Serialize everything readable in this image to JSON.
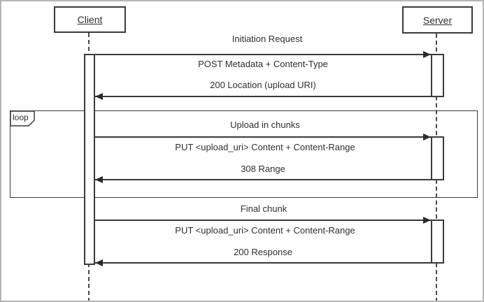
{
  "diagram": {
    "type": "uml-sequence",
    "participants": [
      {
        "id": "client",
        "label": "Client"
      },
      {
        "id": "server",
        "label": "Server"
      }
    ],
    "loop_label": "loop",
    "sections": [
      {
        "title": "Initiation Request",
        "fragment": null,
        "messages": [
          {
            "text": "POST Metadata + Content-Type",
            "from": "client",
            "to": "server",
            "direction": "right"
          },
          {
            "text": "200 Location (upload URI)",
            "from": "server",
            "to": "client",
            "direction": "left"
          }
        ]
      },
      {
        "title": "Upload in chunks",
        "fragment": "loop",
        "messages": [
          {
            "text": "PUT <upload_uri> Content + Content-Range",
            "from": "client",
            "to": "server",
            "direction": "right"
          },
          {
            "text": "308 Range",
            "from": "server",
            "to": "client",
            "direction": "left"
          }
        ]
      },
      {
        "title": "Final chunk",
        "fragment": null,
        "messages": [
          {
            "text": "PUT <upload_uri> Content + Content-Range",
            "from": "client",
            "to": "server",
            "direction": "right"
          },
          {
            "text": "200 Response",
            "from": "server",
            "to": "client",
            "direction": "left"
          }
        ]
      }
    ],
    "colors": {
      "line": "#383838",
      "text": "#2f2f2f",
      "background": "#ffffff",
      "frame_border": "#b6b6b6"
    }
  }
}
